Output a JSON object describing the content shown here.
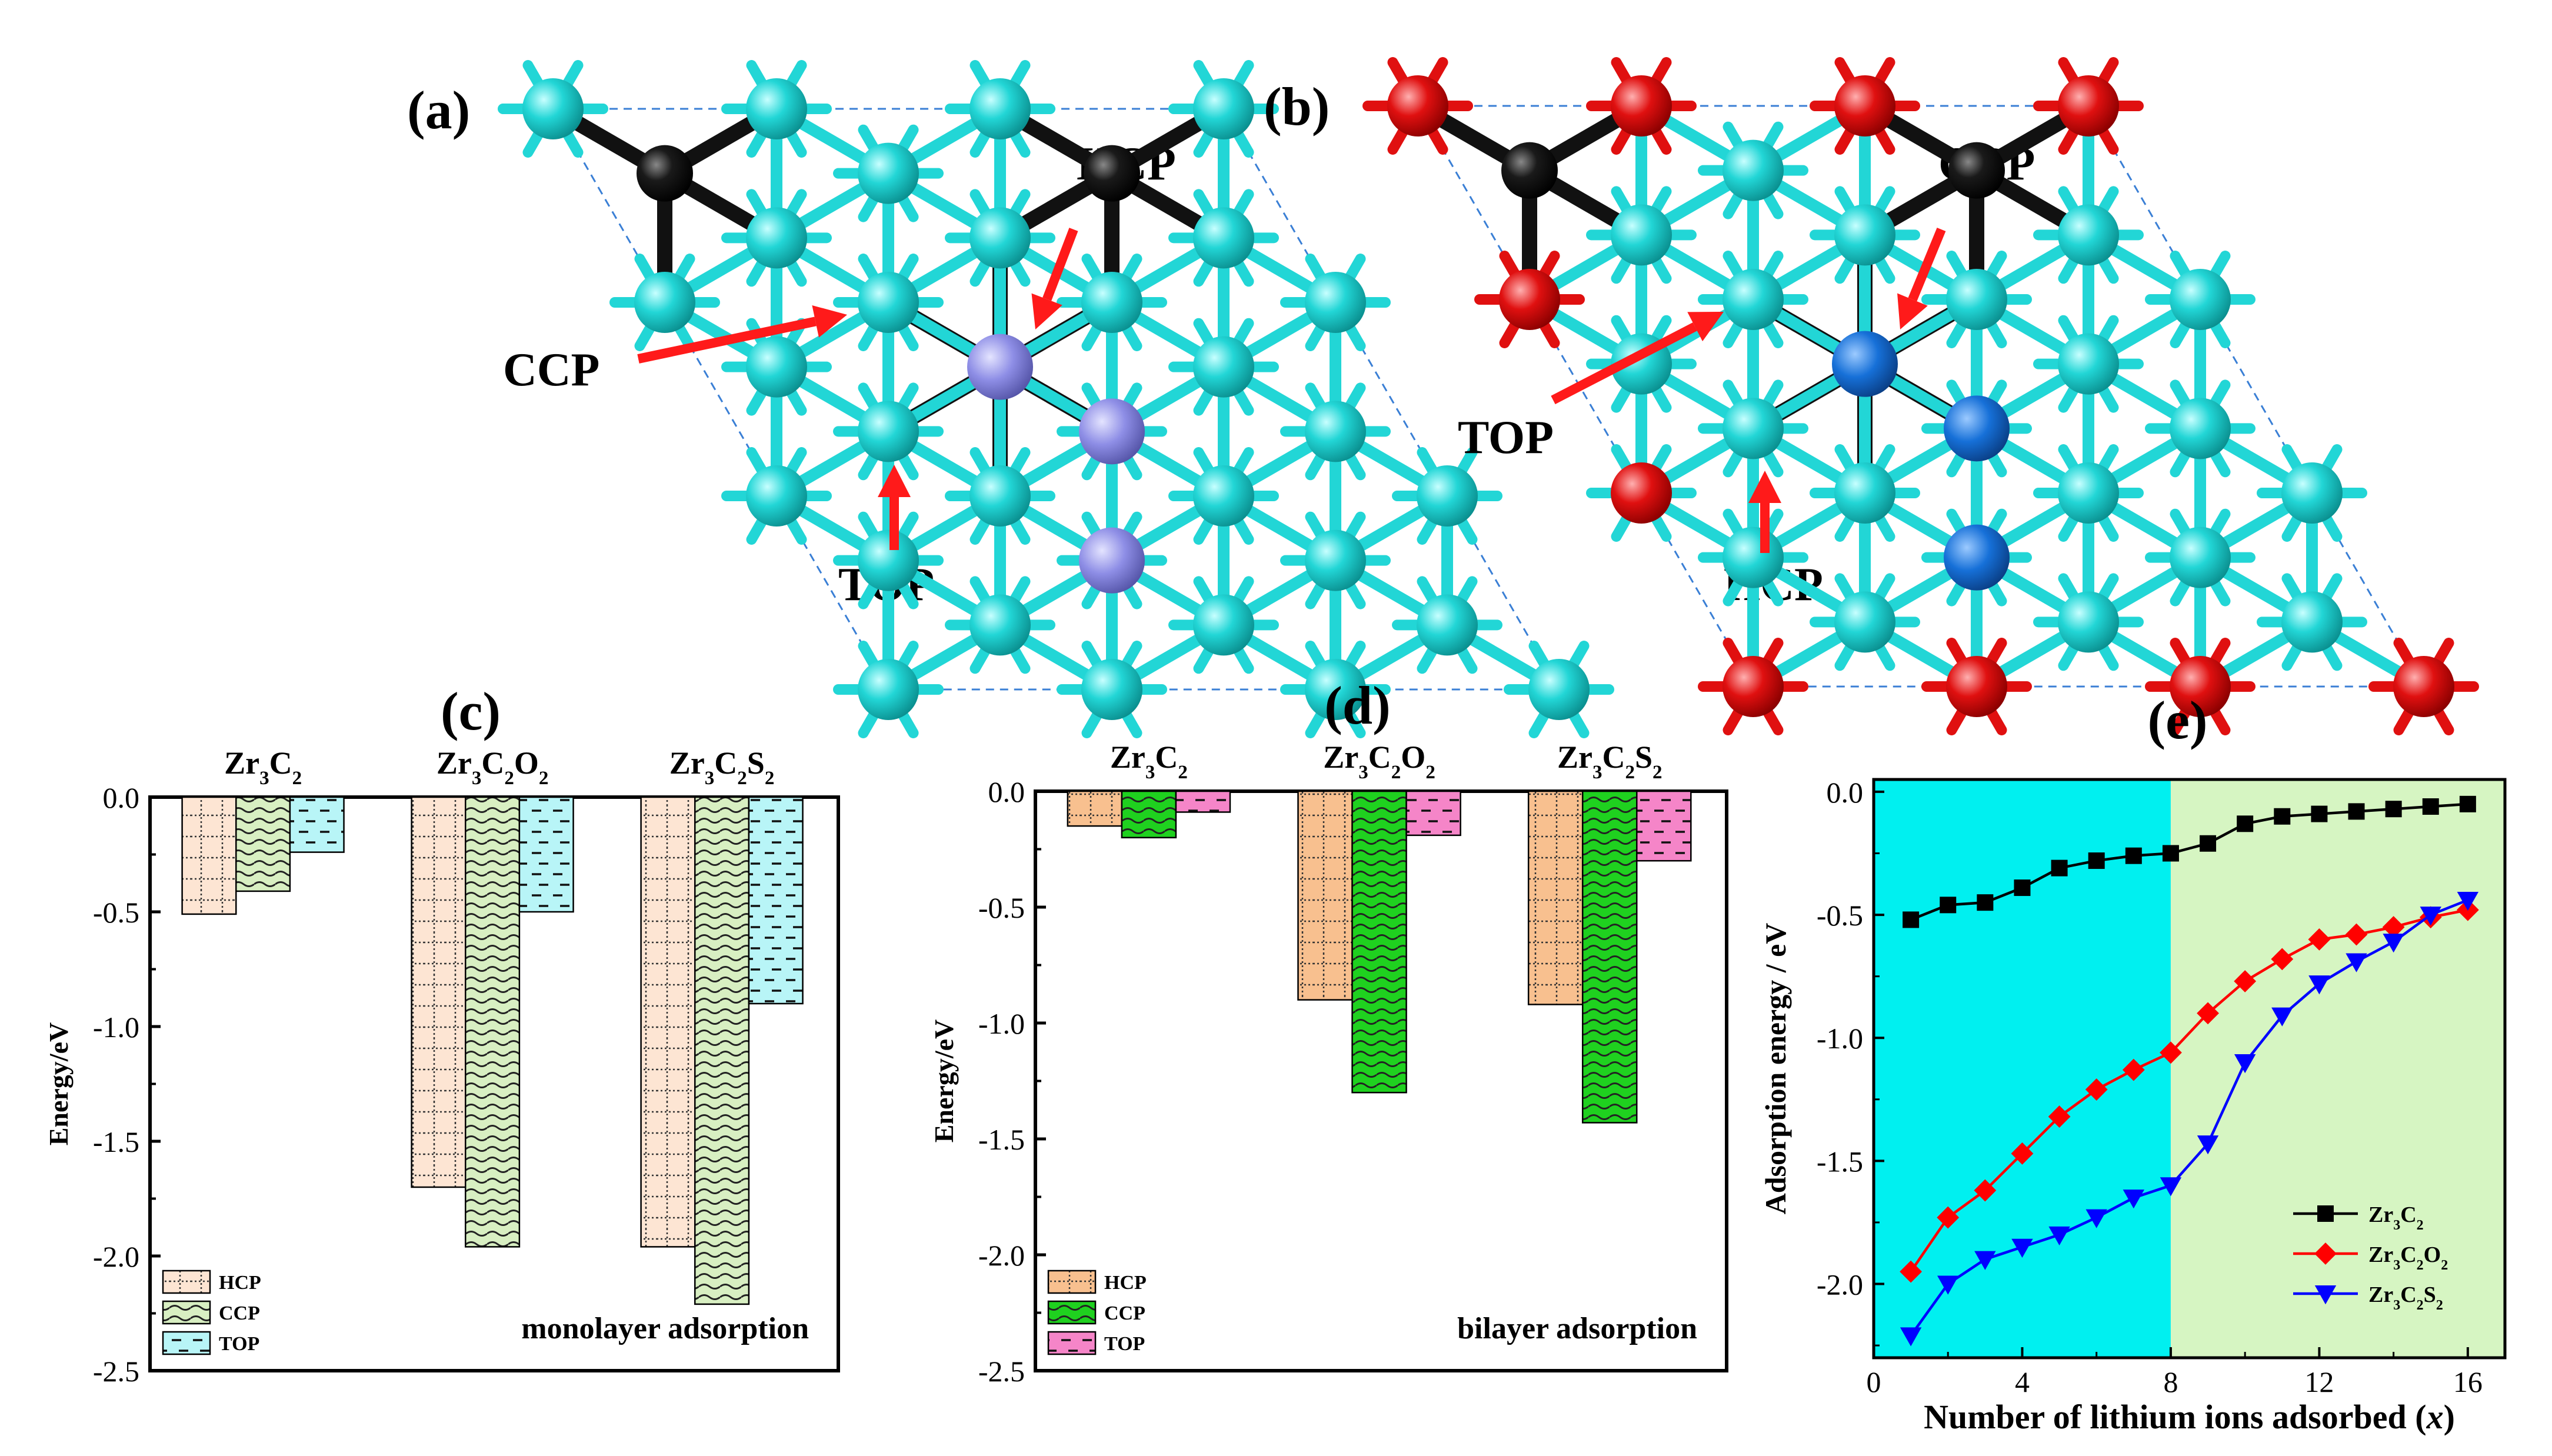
{
  "panels": {
    "a": {
      "label": "(a)",
      "site_labels": {
        "hcp": "HCP",
        "ccp": "CCP",
        "top": "TOP"
      },
      "colors": {
        "zr": "#22d6d6",
        "c": "#111111",
        "site": "#8e8ee6",
        "arrow": "#ff1a1a",
        "cell": "#3a7fd5"
      }
    },
    "b": {
      "label": "(b)",
      "site_labels": {
        "ccp": "CCP",
        "top": "TOP",
        "hcp": "HCP"
      },
      "colors": {
        "zr": "#22d6d6",
        "c": "#111111",
        "o": "#e01010",
        "site": "#1670d8",
        "arrow": "#ff1a1a",
        "cell": "#3a7fd5"
      }
    }
  },
  "chart_data": [
    {
      "id": "c",
      "panel_label": "(c)",
      "type": "bar",
      "categories": [
        "Zr3C2",
        "Zr3C2O2",
        "Zr3C2S2"
      ],
      "category_labels": [
        {
          "parts": [
            [
              "Zr",
              ""
            ],
            [
              "3",
              "sub"
            ],
            [
              "C",
              ""
            ],
            [
              "2",
              "sub"
            ]
          ]
        },
        {
          "parts": [
            [
              "Zr",
              ""
            ],
            [
              "3",
              "sub"
            ],
            [
              "C",
              ""
            ],
            [
              "2",
              "sub"
            ],
            [
              "O",
              ""
            ],
            [
              "2",
              "sub"
            ]
          ]
        },
        {
          "parts": [
            [
              "Zr",
              ""
            ],
            [
              "3",
              "sub"
            ],
            [
              "C",
              ""
            ],
            [
              "2",
              "sub"
            ],
            [
              "S",
              ""
            ],
            [
              "2",
              "sub"
            ]
          ]
        }
      ],
      "series": [
        {
          "name": "HCP",
          "values": [
            -0.51,
            -1.7,
            -1.96
          ],
          "fill": "#fde5d3",
          "pattern": "dots-grid"
        },
        {
          "name": "CCP",
          "values": [
            -0.41,
            -1.96,
            -2.21
          ],
          "fill": "#d8efc2",
          "pattern": "wave"
        },
        {
          "name": "TOP",
          "values": [
            -0.24,
            -0.5,
            -0.9
          ],
          "fill": "#b8f5f7",
          "pattern": "dash"
        }
      ],
      "ylabel": "Energy/eV",
      "ylim": [
        -2.5,
        0.0
      ],
      "yticks": [
        0.0,
        -0.5,
        -1.0,
        -1.5,
        -2.0,
        -2.5
      ],
      "ytick_labels": [
        "0.0",
        "-0.5",
        "-1.0",
        "-1.5",
        "-2.0",
        "-2.5"
      ],
      "annotation": "monolayer adsorption",
      "legend_position": "bottom-left"
    },
    {
      "id": "d",
      "panel_label": "(d)",
      "type": "bar",
      "categories": [
        "Zr3C2",
        "Zr3C2O2",
        "Zr3C2S2"
      ],
      "category_labels": [
        {
          "parts": [
            [
              "Zr",
              ""
            ],
            [
              "3",
              "sub"
            ],
            [
              "C",
              ""
            ],
            [
              "2",
              "sub"
            ]
          ]
        },
        {
          "parts": [
            [
              "Zr",
              ""
            ],
            [
              "3",
              "sub"
            ],
            [
              "C",
              ""
            ],
            [
              "2",
              "sub"
            ],
            [
              "O",
              ""
            ],
            [
              "2",
              "sub"
            ]
          ]
        },
        {
          "parts": [
            [
              "Zr",
              ""
            ],
            [
              "3",
              "sub"
            ],
            [
              "C",
              ""
            ],
            [
              "2",
              "sub"
            ],
            [
              "S",
              ""
            ],
            [
              "2",
              "sub"
            ]
          ]
        }
      ],
      "series": [
        {
          "name": "HCP",
          "values": [
            -0.15,
            -0.9,
            -0.92
          ],
          "fill": "#f8c08f",
          "pattern": "dots-grid"
        },
        {
          "name": "CCP",
          "values": [
            -0.2,
            -1.3,
            -1.43
          ],
          "fill": "#1fd11f",
          "pattern": "wave"
        },
        {
          "name": "TOP",
          "values": [
            -0.09,
            -0.19,
            -0.3
          ],
          "fill": "#f585c8",
          "pattern": "dash"
        }
      ],
      "ylabel": "Energy/eV",
      "ylim": [
        -2.5,
        0.0
      ],
      "yticks": [
        0.0,
        -0.5,
        -1.0,
        -1.5,
        -2.0,
        -2.5
      ],
      "ytick_labels": [
        "0.0",
        "-0.5",
        "-1.0",
        "-1.5",
        "-2.0",
        "-2.5"
      ],
      "annotation": "bilayer adsorption",
      "legend_position": "bottom-left"
    },
    {
      "id": "e",
      "panel_label": "(e)",
      "type": "line",
      "x": [
        1,
        2,
        3,
        4,
        5,
        6,
        7,
        8,
        9,
        10,
        11,
        12,
        13,
        14,
        15,
        16
      ],
      "series": [
        {
          "name": "Zr3C2",
          "label_parts": [
            [
              "Zr",
              ""
            ],
            [
              "3",
              "sub"
            ],
            [
              "C",
              ""
            ],
            [
              "2",
              "sub"
            ]
          ],
          "color": "#000000",
          "marker": "square",
          "values": [
            -0.52,
            -0.46,
            -0.45,
            -0.39,
            -0.31,
            -0.28,
            -0.26,
            -0.25,
            -0.21,
            -0.13,
            -0.1,
            -0.09,
            -0.08,
            -0.07,
            -0.06,
            -0.05
          ]
        },
        {
          "name": "Zr3C2O2",
          "label_parts": [
            [
              "Zr",
              ""
            ],
            [
              "3",
              "sub"
            ],
            [
              "C",
              ""
            ],
            [
              "2",
              "sub"
            ],
            [
              "O",
              ""
            ],
            [
              "2",
              "sub"
            ]
          ],
          "color": "#ff0000",
          "marker": "diamond",
          "values": [
            -1.95,
            -1.73,
            -1.62,
            -1.47,
            -1.32,
            -1.21,
            -1.13,
            -1.06,
            -0.9,
            -0.77,
            -0.68,
            -0.6,
            -0.58,
            -0.55,
            -0.51,
            -0.48
          ]
        },
        {
          "name": "Zr3C2S2",
          "label_parts": [
            [
              "Zr",
              ""
            ],
            [
              "3",
              "sub"
            ],
            [
              "C",
              ""
            ],
            [
              "2",
              "sub"
            ],
            [
              "S",
              ""
            ],
            [
              "2",
              "sub"
            ]
          ],
          "color": "#0000ff",
          "marker": "triangle-down",
          "values": [
            -2.21,
            -2.0,
            -1.9,
            -1.85,
            -1.8,
            -1.73,
            -1.65,
            -1.6,
            -1.43,
            -1.1,
            -0.91,
            -0.78,
            -0.69,
            -0.61,
            -0.5,
            -0.44
          ]
        }
      ],
      "xlabel": "Number of lithium ions adsorbed (x)",
      "xlabel_parts": [
        [
          "Number of lithium ions adsorbed (",
          ""
        ],
        [
          "x",
          "italic"
        ],
        [
          ")",
          ""
        ]
      ],
      "ylabel": "Adsorption energy / eV",
      "xlim": [
        0,
        17
      ],
      "ylim": [
        -2.3,
        0.05
      ],
      "xticks": [
        0,
        4,
        8,
        12,
        16
      ],
      "xtick_labels": [
        "0",
        "4",
        "8",
        "12",
        "16"
      ],
      "yticks": [
        0.0,
        -0.5,
        -1.0,
        -1.5,
        -2.0
      ],
      "ytick_labels": [
        "0.0",
        "-0.5",
        "-1.0",
        "-1.5",
        "-2.0"
      ],
      "regions": [
        {
          "from": 0,
          "to": 8,
          "color": "#00f0f0"
        },
        {
          "from": 8,
          "to": 17,
          "color": "#d6f5c2"
        }
      ],
      "legend_position": "bottom-right"
    }
  ]
}
